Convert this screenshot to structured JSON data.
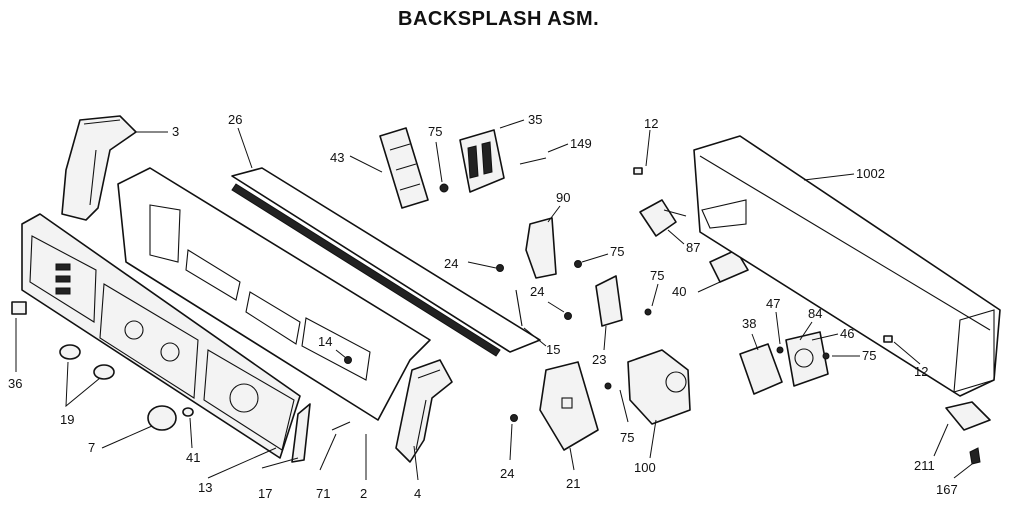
{
  "title": "BACKSPLASH ASM.",
  "callouts": {
    "c3": "3",
    "c26": "26",
    "c43": "43",
    "c75a": "75",
    "c35": "35",
    "c149": "149",
    "c12a": "12",
    "c1002": "1002",
    "c90": "90",
    "c87": "87",
    "c24a": "24",
    "c75b": "75",
    "c75c": "75",
    "c40": "40",
    "c24b": "24",
    "c15": "15",
    "c47": "47",
    "c84": "84",
    "c38": "38",
    "c46": "46",
    "c14": "14",
    "c23": "23",
    "c75d": "75",
    "c12b": "12",
    "c36": "36",
    "c19": "19",
    "c7": "7",
    "c41": "41",
    "c13": "13",
    "c17": "17",
    "c71": "71",
    "c2": "2",
    "c4": "4",
    "c24c": "24",
    "c21": "21",
    "c75e": "75",
    "c100": "100",
    "c211": "211",
    "c167": "167"
  }
}
